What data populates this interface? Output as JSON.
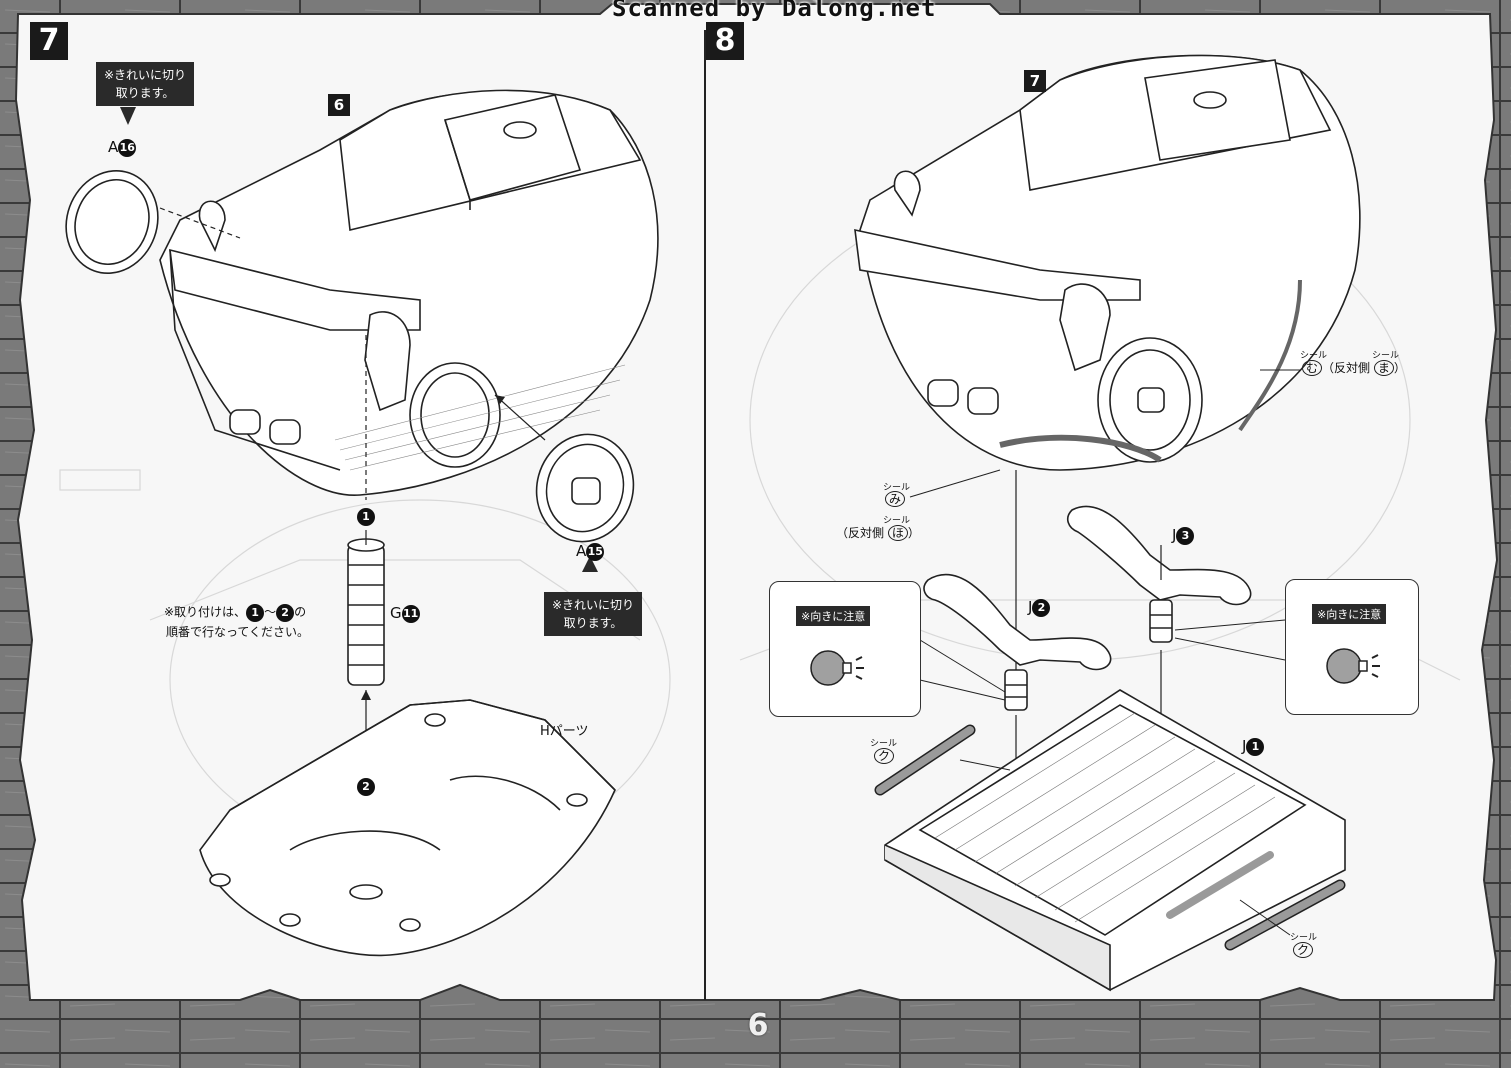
{
  "header": {
    "watermark": "Scanned by Dalong.net"
  },
  "footer": {
    "page_number": "6"
  },
  "step7": {
    "step_number": "7",
    "ref_step": "6",
    "callout_top": {
      "line1": "※きれいに切り",
      "line2": "取ります。"
    },
    "callout_right": {
      "line1": "※きれいに切り",
      "line2": "取ります。"
    },
    "part_a16": {
      "letter": "A",
      "num": "16"
    },
    "part_a15": {
      "letter": "A",
      "num": "15"
    },
    "part_g11": {
      "letter": "G",
      "num": "11"
    },
    "order1": "1",
    "order2": "2",
    "order_note": {
      "prefix": "※取り付けは、",
      "a": "1",
      "sep": "～",
      "b": "2",
      "suffix": "の",
      "line2": "順番で行なってください。"
    },
    "h_parts": "Hパーツ"
  },
  "step8": {
    "step_number": "8",
    "ref_step": "7",
    "seal_label": "シール",
    "seal_mu": "む",
    "seal_ma": "ま",
    "opposite": "反対側",
    "seal_mi": "み",
    "seal_ho": "ほ",
    "seal_ku": "ク",
    "part_j1": {
      "letter": "J",
      "num": "1"
    },
    "part_j2": {
      "letter": "J",
      "num": "2"
    },
    "part_j3": {
      "letter": "J",
      "num": "3"
    },
    "orientation_note_left": "※向きに注意",
    "orientation_note_right": "※向きに注意"
  }
}
